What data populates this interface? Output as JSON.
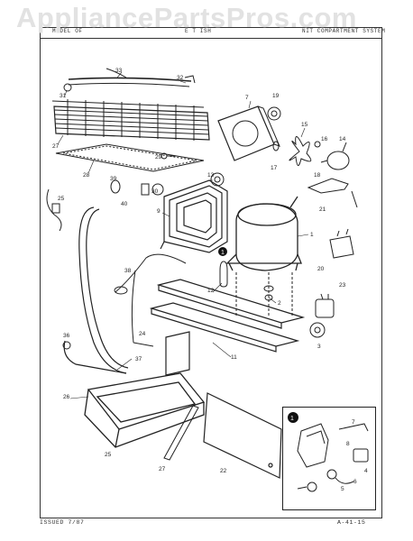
{
  "watermark": "AppliancePartsPros.com",
  "header": {
    "model": "MODEL OF",
    "finish": "E  T  ISH",
    "system": "NIT COMPARTMENT  SYSTEM"
  },
  "footer": {
    "issued": "ISSUED 7/87",
    "page_code": "A-41-15"
  },
  "callouts": [
    "1",
    "2",
    "3",
    "6",
    "7",
    "8",
    "9",
    "10",
    "11",
    "12",
    "13",
    "14",
    "15",
    "16",
    "17",
    "18",
    "19",
    "20",
    "21",
    "22",
    "23",
    "24",
    "25",
    "26",
    "27",
    "28",
    "29",
    "30",
    "31",
    "32",
    "33",
    "34",
    "36",
    "37",
    "38",
    "39",
    "40"
  ],
  "inset": {
    "marker": "1",
    "labels": [
      "7",
      "8",
      "4",
      "5",
      "6"
    ]
  }
}
